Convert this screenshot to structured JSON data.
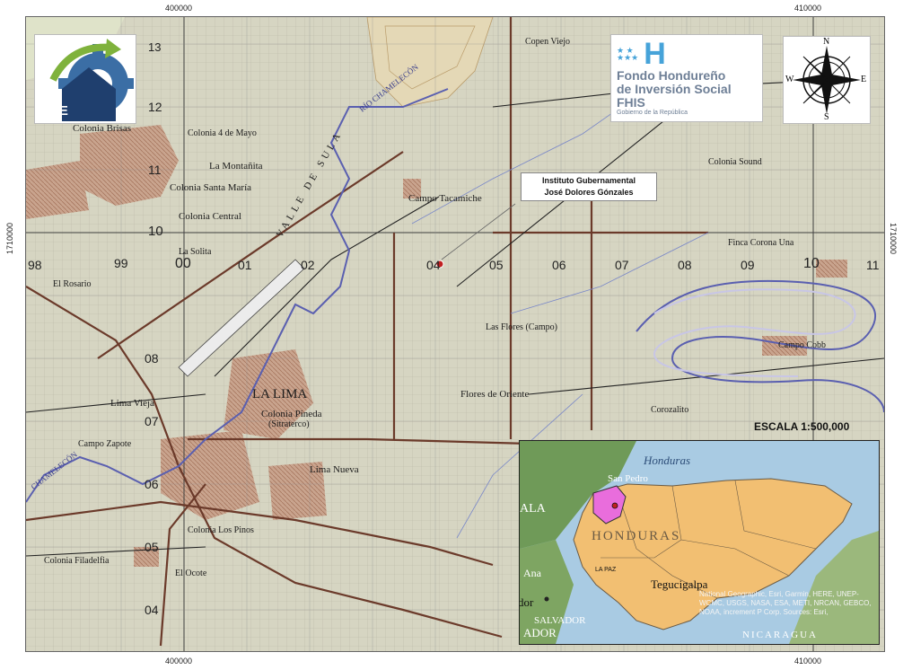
{
  "coords": {
    "top_left": "400000",
    "top_right": "410000",
    "bottom_left": "400000",
    "bottom_right": "410000",
    "left_side": "1710000",
    "right_side": "1710000"
  },
  "logos": {
    "pre": "PRE",
    "fhis_line1": "Fondo Hondureño",
    "fhis_line2": "de Inversión Social",
    "fhis_line3": "FHIS",
    "fhis_line4": "Gobierno de la República"
  },
  "compass": {
    "n": "N",
    "s": "S",
    "e": "E",
    "w": "W"
  },
  "callout": {
    "line1": "Instituto Gubernamental",
    "line2": "José Dolores Gónzales"
  },
  "scale": "ESCALA 1:500,000",
  "grid_labels": [
    "98",
    "99",
    "00",
    "01",
    "02",
    "04",
    "05",
    "06",
    "07",
    "08",
    "09",
    "10",
    "11"
  ],
  "vertical_labels": [
    "13",
    "12",
    "11",
    "10",
    "08",
    "07",
    "06",
    "05",
    "04"
  ],
  "places": {
    "la_lima": "LA LIMA",
    "colonia_brisas": "Colonia Brisas",
    "colonia_4_mayo": "Colonia 4 de Mayo",
    "la_montanita": "La Montañita",
    "colonia_santa_maria": "Colonia Santa María",
    "colonia_central": "Colonia Central",
    "la_solita": "La Solita",
    "el_rosario": "El Rosario",
    "campo_tacamiche": "Campo Tacamiche",
    "las_flores": "Las Flores (Campo)",
    "flores_oriente": "Flores de Oriente",
    "colonia_pineda": "Colonia Pineda",
    "sitraterco": "(Sitraterco)",
    "lima_nueva": "Lima Nueva",
    "lima_vieja": "Lima Vieja",
    "colonia_los_pinos": "Colonia Los Pinos",
    "colonia_filadelfia": "Colonia Filadelfia",
    "el_ocote": "El Ocote",
    "campo_corozo": "Campo Cobb",
    "colonia_sound": "Colonia Sound",
    "finca_corona": "Finca Corona Una",
    "rio_chamelecon": "RÍO CHAMELECÓN",
    "valle_de_sula": "VALLE DE SULA",
    "chamelecon": "CHAMELECÓN",
    "corozalito": "Corozalito",
    "campo_cobb_label": "Campo Cobb",
    "campo_zapote": "Campo Zapote",
    "copen_viejo": "Copen Viejo"
  },
  "inset": {
    "honduras_sea": "Honduras",
    "san_pedro": "San Pedro",
    "honduras": "HONDURAS",
    "tegucigalpa": "Tegucigalpa",
    "la_paz": "LA PAZ",
    "ala": "ALA",
    "ana": "Ana",
    "dor": "dor",
    "salvador": "SALVADOR",
    "ador": "ADOR",
    "nicaragua": "NICARAGUA",
    "attribution": "National Geographic, Esri, Garmin, HERE, UNEP-WCMC, USGS, NASA, ESA, METI, NRCAN, GEBCO, NOAA, increment P Corp. Sources: Esri,"
  }
}
